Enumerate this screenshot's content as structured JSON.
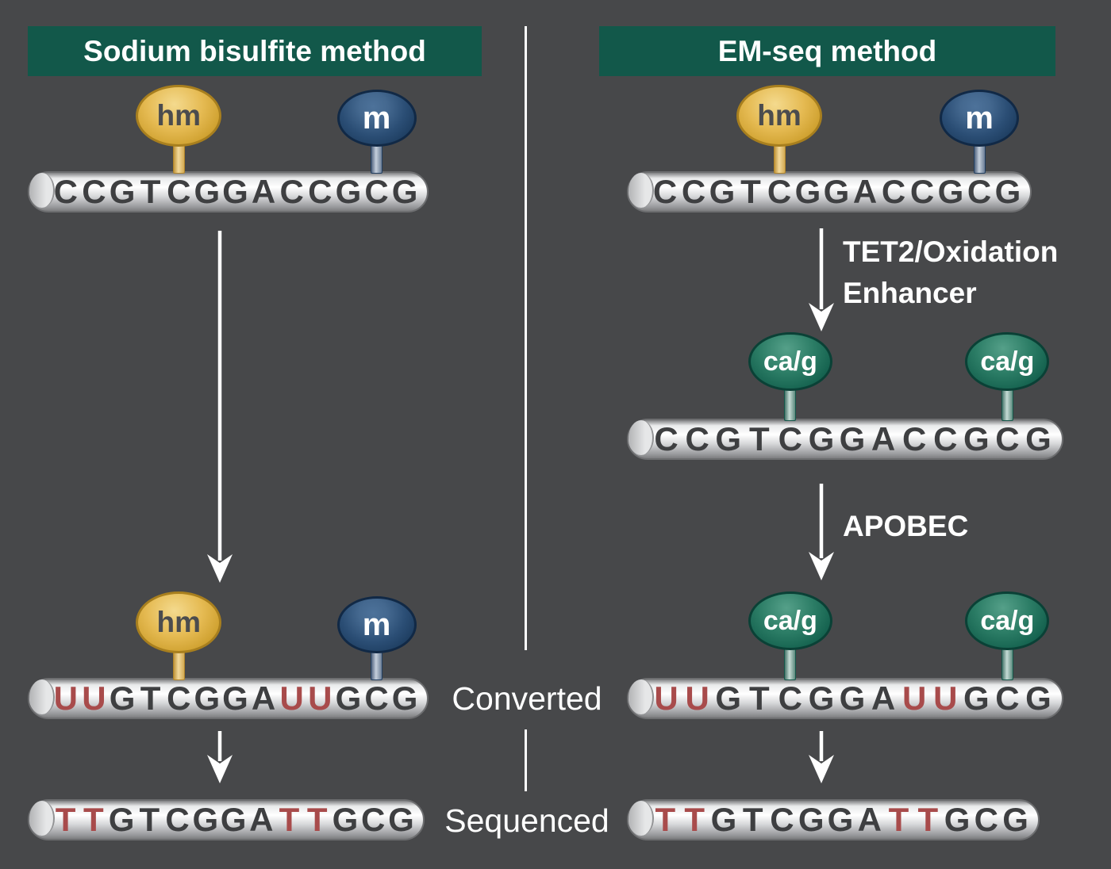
{
  "panels": {
    "left": {
      "title": "Sodium bisulfite method",
      "steps": [
        {
          "id": "bisulfite-original-dna",
          "sequence": "CCGTCGGACCGCG",
          "red_indices": [],
          "marks": [
            {
              "label": "hm",
              "color_key": "gold",
              "index": 4
            },
            {
              "label": "m",
              "color_key": "navy",
              "index": 11
            }
          ]
        },
        {
          "id": "bisulfite-converted-dna",
          "sequence": "UUGTCGGAUUGCG",
          "red_indices": [
            0,
            1,
            8,
            9
          ],
          "marks": [
            {
              "label": "hm",
              "color_key": "gold",
              "index": 4
            },
            {
              "label": "m",
              "color_key": "navy",
              "index": 11
            }
          ]
        },
        {
          "id": "bisulfite-sequenced-dna",
          "sequence": "TTGTCGGATTGCG",
          "red_indices": [
            0,
            1,
            8,
            9
          ],
          "marks": []
        }
      ]
    },
    "right": {
      "title": "EM-seq method",
      "steps": [
        {
          "id": "emseq-original-dna",
          "sequence": "CCGTCGGACCGCG",
          "red_indices": [],
          "marks": [
            {
              "label": "hm",
              "color_key": "gold",
              "index": 4
            },
            {
              "label": "m",
              "color_key": "navy",
              "index": 11
            }
          ]
        },
        {
          "id": "emseq-oxidized-dna",
          "sequence": "CCGTCGGACCGCG",
          "red_indices": [],
          "marks": [
            {
              "label": "ca/g",
              "color_key": "green",
              "index": 4
            },
            {
              "label": "ca/g",
              "color_key": "green",
              "index": 11
            }
          ]
        },
        {
          "id": "emseq-converted-dna",
          "sequence": "UUGTCGGAUUGCG",
          "red_indices": [
            0,
            1,
            8,
            9
          ],
          "marks": [
            {
              "label": "ca/g",
              "color_key": "green",
              "index": 4
            },
            {
              "label": "ca/g",
              "color_key": "green",
              "index": 11
            }
          ]
        },
        {
          "id": "emseq-sequenced-dna",
          "sequence": "TTGTCGGATTGCG",
          "red_indices": [
            0,
            1,
            8,
            9
          ],
          "marks": []
        }
      ]
    }
  },
  "labels": {
    "tet2_step_line1": "TET2/Oxidation",
    "tet2_step_line2": "Enhancer",
    "apobec_step": "APOBEC",
    "converted": "Converted",
    "sequenced": "Sequenced"
  },
  "colors": {
    "background": "#47484a",
    "header_bg": "#12584a",
    "header_text": "#ffffff",
    "letter_dark": "#3e3f41",
    "letter_red": "#a84b4b",
    "mark_gold": "#d9a940",
    "mark_navy": "#274c71",
    "mark_green": "#1c6b57",
    "arrow_white": "#ffffff"
  }
}
